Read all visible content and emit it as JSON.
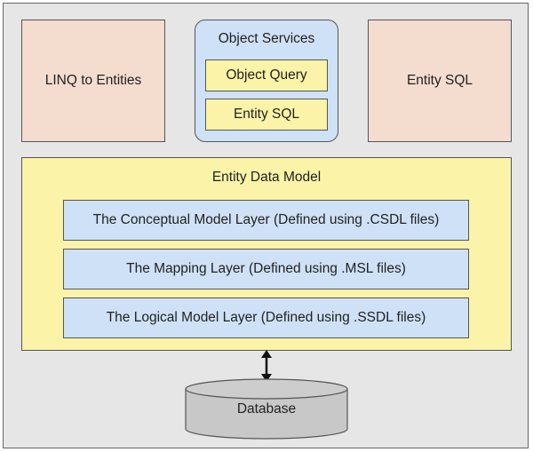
{
  "diagram": {
    "linq": "LINQ to Entities",
    "object_services": {
      "title": "Object Services",
      "object_query": "Object Query",
      "entity_sql": "Entity SQL"
    },
    "entity_sql": "Entity SQL",
    "entity_data_model": {
      "title": "Entity Data Model",
      "layers": [
        "The Conceptual Model Layer (Defined using .CSDL files)",
        "The Mapping Layer (Defined using .MSL files)",
        "The Logical Model Layer (Defined using .SSDL files)"
      ]
    },
    "database": "Database"
  },
  "colors": {
    "background": "#e6e6e6",
    "salmon": "#f4dccf",
    "yellow": "#fbf3a8",
    "blue": "#cfe1f6",
    "database": "#c8c8c8"
  }
}
